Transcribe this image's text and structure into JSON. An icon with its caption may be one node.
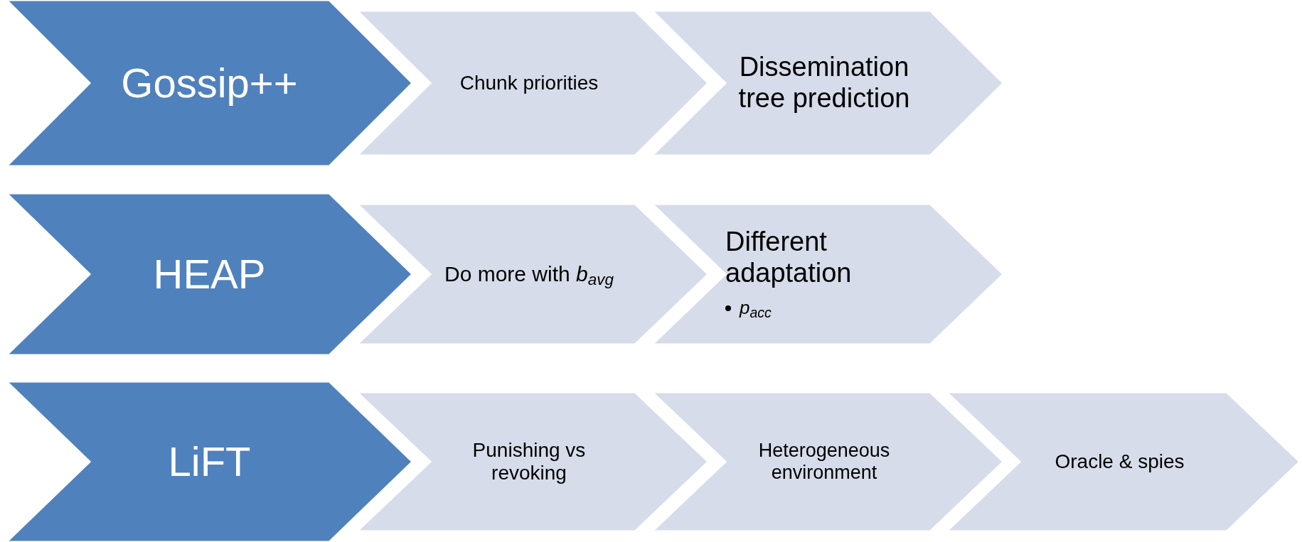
{
  "diagram": {
    "nodes": [
      {
        "text": [
          "Gossip++"
        ]
      },
      {
        "text": [
          "Chunk priorities"
        ]
      },
      {
        "text": [
          "Dissemination tree prediction"
        ]
      },
      {
        "text": [
          "HEAP"
        ]
      },
      {
        "text": [
          "Do more with *b*$_{avg}$"
        ]
      },
      {
        "text": [
          "Different adaptation",
          "p$_{acc}$"
        ]
      },
      {
        "text": [
          "LiFT"
        ]
      },
      {
        "text": [
          "Punishing vs revoking"
        ]
      },
      {
        "text": [
          "Heterogeneous environment"
        ]
      },
      {
        "text": [
          "Oracle & spies"
        ]
      }
    ],
    "edges": []
  }
}
